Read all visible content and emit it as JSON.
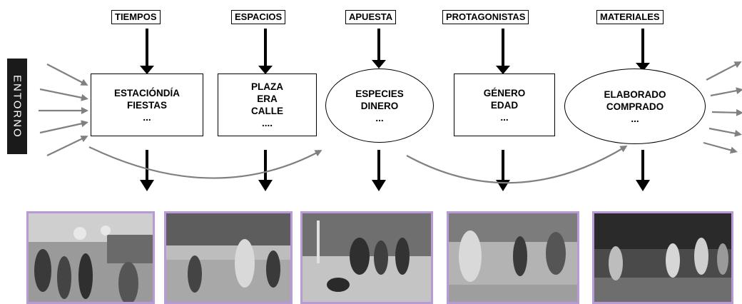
{
  "side_label": "ENTORNO",
  "columns": [
    {
      "header": "TIEMPOS",
      "lines": [
        "ESTACIÓNDÍA",
        "FIESTAS",
        "..."
      ]
    },
    {
      "header": "ESPACIOS",
      "lines": [
        "PLAZA",
        "ERA",
        "CALLE",
        "...."
      ]
    },
    {
      "header": "APUESTA",
      "lines": [
        "ESPECIES",
        "DINERO",
        "..."
      ]
    },
    {
      "header": "PROTAGONISTAS",
      "lines": [
        "GÉNERO",
        "EDAD",
        "..."
      ]
    },
    {
      "header": "MATERIALES",
      "lines": [
        "ELABORADO",
        "COMPRADO",
        "..."
      ]
    }
  ],
  "colors": {
    "arrow": "#000000",
    "gray_arrow": "#808080",
    "photo_border": "#b79ad6"
  }
}
